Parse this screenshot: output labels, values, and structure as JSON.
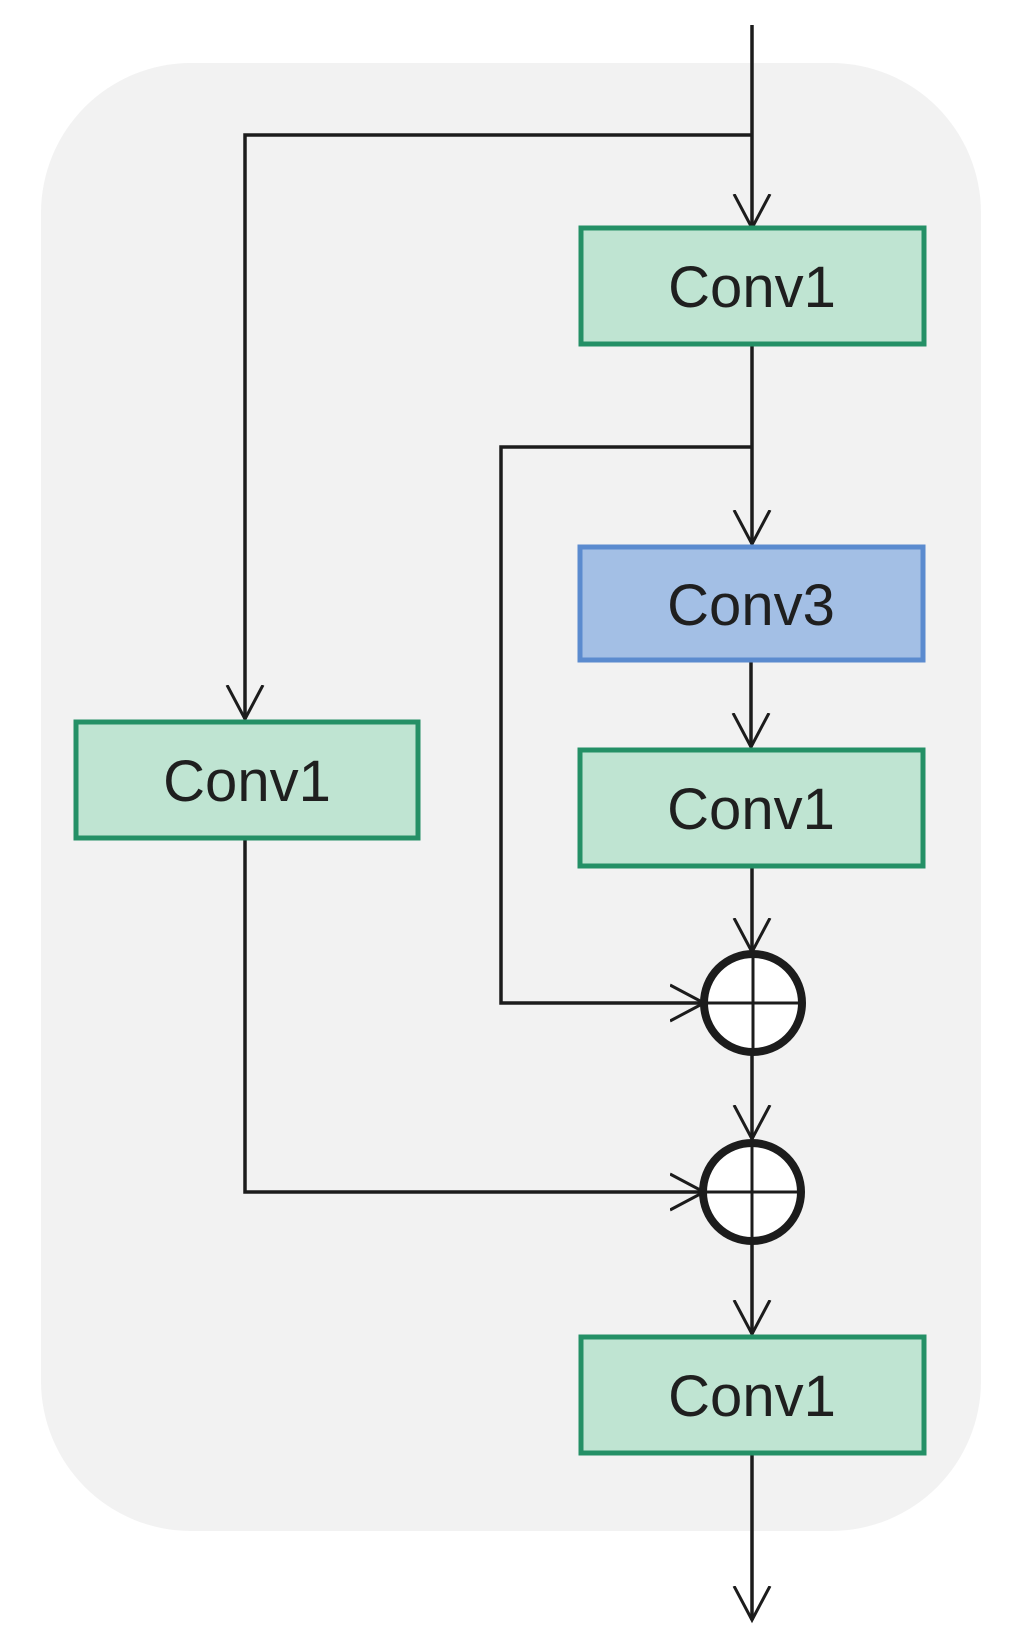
{
  "diagram": {
    "colors": {
      "panel_bg": "#f2f2f2",
      "conv1_fill": "#bfe4d2",
      "conv1_stroke": "#249066",
      "conv3_fill": "#a3bfe5",
      "conv3_stroke": "#5b8bcf",
      "line": "#1c1c1c"
    },
    "blocks": {
      "conv1_top": {
        "label": "Conv1",
        "kind": "conv1"
      },
      "conv3": {
        "label": "Conv3",
        "kind": "conv3"
      },
      "conv1_mid": {
        "label": "Conv1",
        "kind": "conv1"
      },
      "conv1_left": {
        "label": "Conv1",
        "kind": "conv1"
      },
      "conv1_bottom": {
        "label": "Conv1",
        "kind": "conv1"
      }
    },
    "operators": {
      "add_1": {
        "symbol": "element-wise add"
      },
      "add_2": {
        "symbol": "element-wise add"
      }
    }
  }
}
